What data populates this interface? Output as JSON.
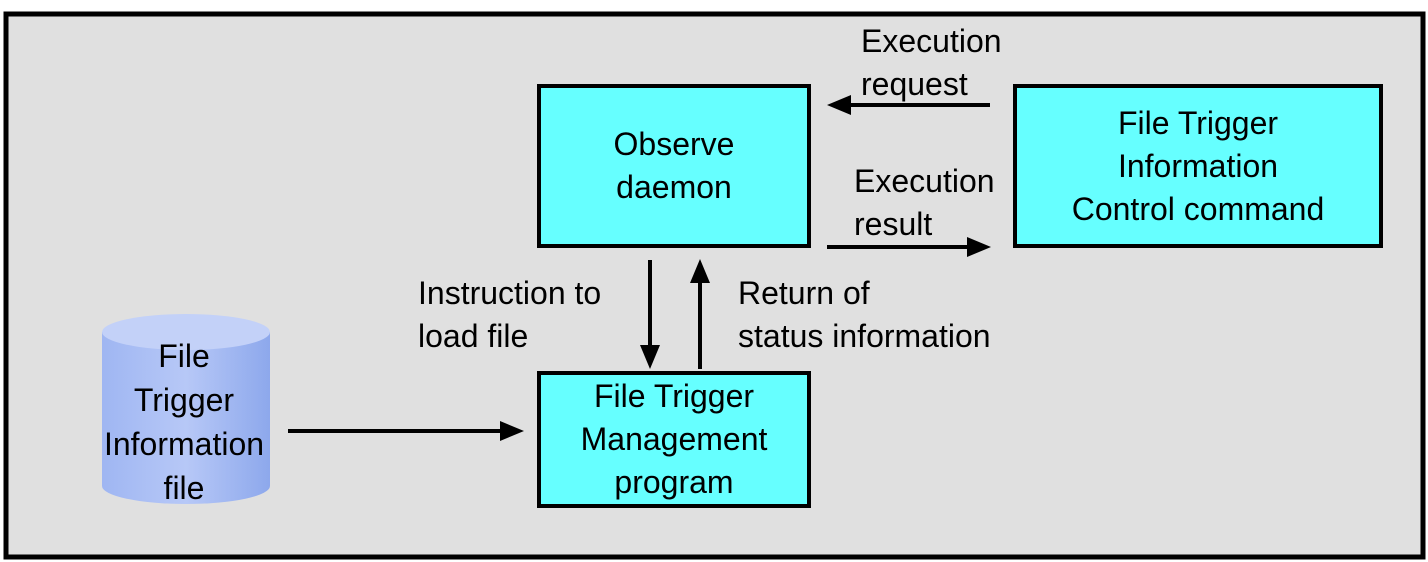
{
  "diagram": {
    "observe_box": [
      "Observe",
      "daemon"
    ],
    "control_box": [
      "File Trigger",
      "Information",
      "Control command"
    ],
    "management_box": [
      "File Trigger",
      "Management",
      "program"
    ],
    "file_cylinder": [
      "File",
      "Trigger",
      "Information",
      "file"
    ],
    "execution_request": [
      "Execution",
      "request"
    ],
    "execution_result": [
      "Execution",
      "result"
    ],
    "instruction_load": [
      "Instruction to",
      "load file"
    ],
    "return_status": [
      "Return of",
      "status information"
    ]
  },
  "colors": {
    "panel_background": "#e0e0e0",
    "box_fill": "#66ffff",
    "cylinder_fill": "#99b3f0",
    "stroke": "#000000"
  }
}
